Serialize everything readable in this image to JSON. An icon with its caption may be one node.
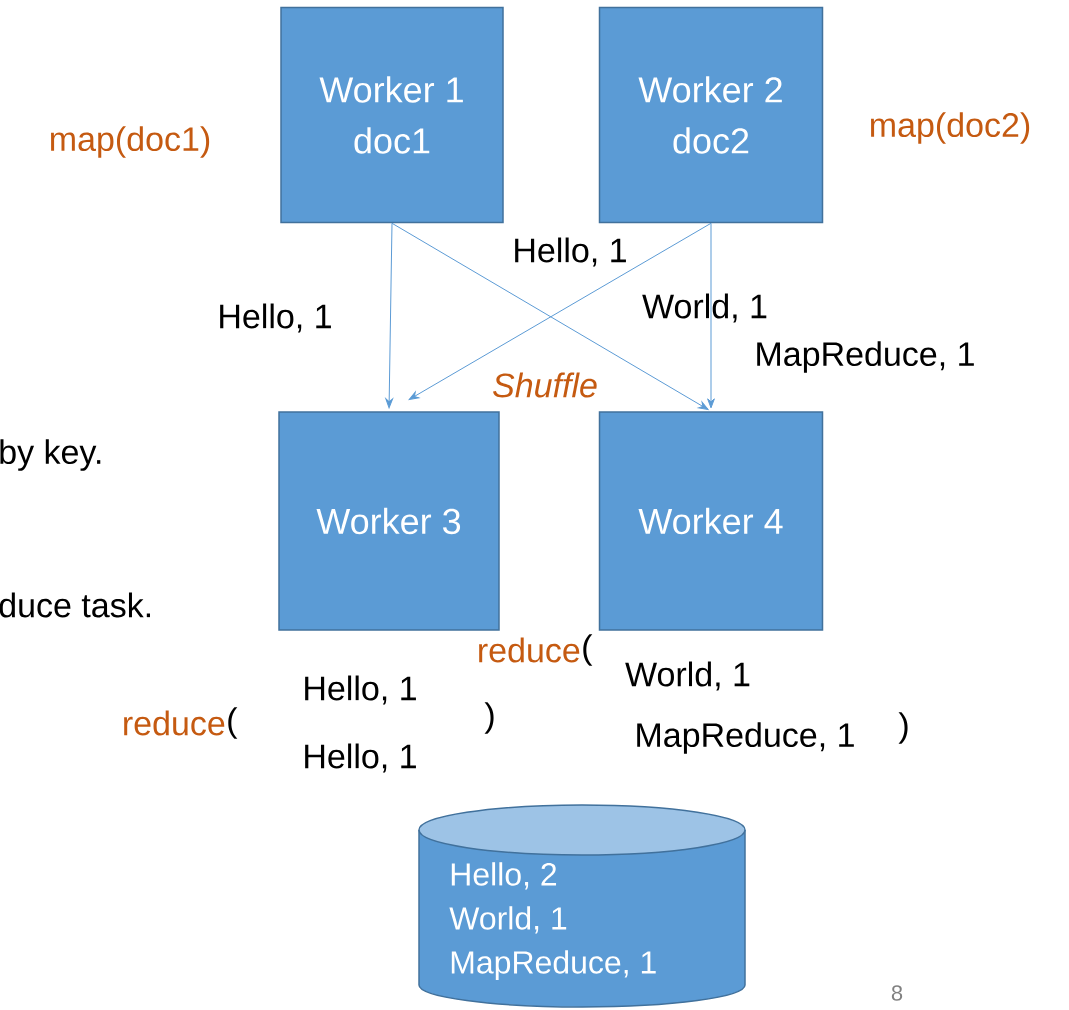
{
  "diagram": {
    "nodes": [
      {
        "text": [
          "Worker 1",
          "doc1"
        ],
        "beside": [
          "map(doc1)"
        ]
      },
      {
        "text": [
          "Worker 2",
          "doc2"
        ],
        "beside": [
          "map(doc2)"
        ]
      },
      {
        "text": [
          "Worker 3"
        ]
      },
      {
        "text": [
          "Worker 4"
        ]
      },
      {
        "text": [
          "Hello, 2",
          "World, 1",
          "MapReduce, 1"
        ]
      }
    ],
    "edges": [
      {
        "from": 0,
        "to": 2,
        "arrow": "to",
        "label": "Hello, 1"
      },
      {
        "from": 0,
        "to": 3,
        "arrow": "to"
      },
      {
        "from": 1,
        "to": 2,
        "arrow": "to",
        "label": "Hello, 1"
      },
      {
        "from": 1,
        "to": 3,
        "arrow": "to"
      }
    ],
    "labels": [
      "World, 1",
      "MapReduce, 1",
      "Shuffle",
      "by key.",
      "duce task.",
      "reduce",
      "(",
      "Hello, 1",
      "Hello, 1",
      ")",
      "reduce",
      "(",
      "World, 1",
      "MapReduce, 1",
      ")",
      "8"
    ]
  }
}
